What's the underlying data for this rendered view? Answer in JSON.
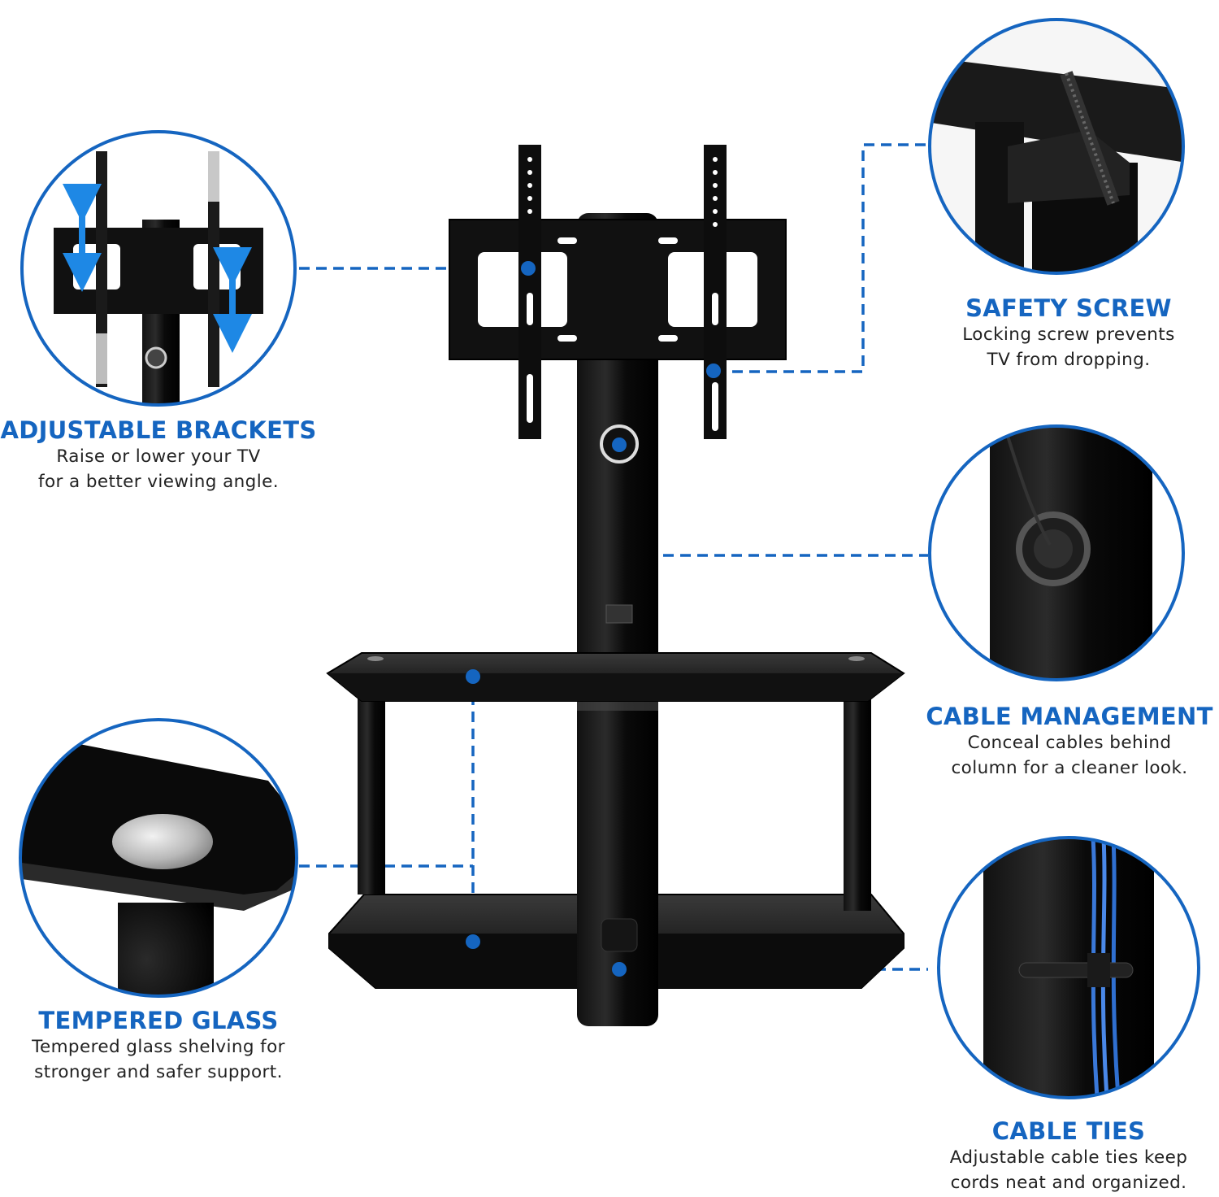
{
  "accent_color": "#1565c0",
  "features": {
    "adjustable_brackets": {
      "title": "ADJUSTABLE BRACKETS",
      "line1": "Raise or lower your TV",
      "line2": "for a better viewing angle."
    },
    "safety_screw": {
      "title": "SAFETY SCREW",
      "line1": "Locking screw prevents",
      "line2": "TV from dropping."
    },
    "cable_management": {
      "title": "CABLE MANAGEMENT",
      "line1": "Conceal cables behind",
      "line2": "column for a cleaner look."
    },
    "tempered_glass": {
      "title": "TEMPERED GLASS",
      "line1": "Tempered glass shelving for",
      "line2": "stronger and safer support."
    },
    "cable_ties": {
      "title": "CABLE TIES",
      "line1": "Adjustable cable ties keep",
      "line2": "cords neat and organized."
    }
  }
}
